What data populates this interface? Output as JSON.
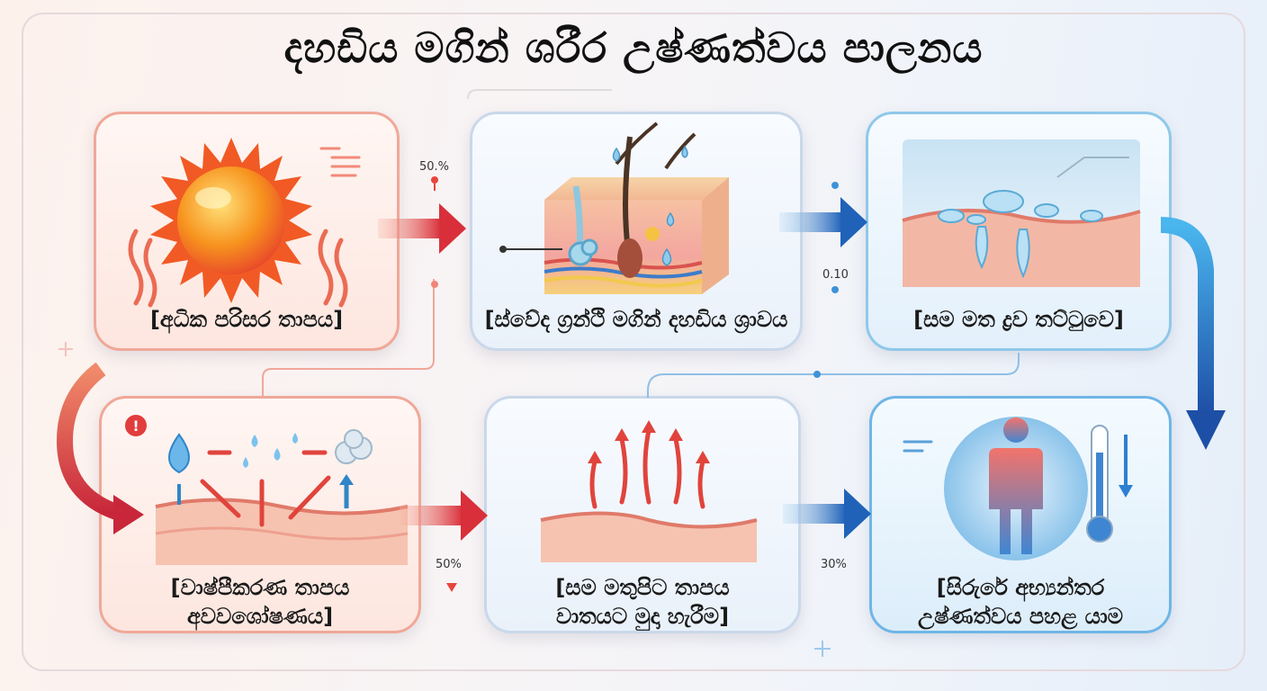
{
  "title": "දහඩිය මගින් ශරීර උෂ්ණත්වය පාලනය",
  "steps": [
    {
      "label": "[අධික පරිසර තාපය]"
    },
    {
      "label": "[ස්වේද ග්‍රන්ථි මගින් දහඩිය ශ්‍රාවය"
    },
    {
      "label": "[සම මත ද්‍රව තට්ටුවෙ]"
    },
    {
      "label_line1": "[වාෂ්පීකරණ තාපය",
      "label_line2": "අවවශෝෂණය]"
    },
    {
      "label_line1": "[සම මතුපිට තාපය",
      "label_line2": "වාතයට මුදා හැරීම]"
    },
    {
      "label_line1": "[සිරුරේ අභ්‍යන්තර",
      "label_line2": "උෂ්ණත්වය පහළ යාම"
    }
  ],
  "annotations": {
    "a1": "50.%",
    "a2": "0.10",
    "a3": "50%",
    "a4": "30%"
  },
  "colors": {
    "warm_accent": "#e8453c",
    "cool_accent": "#2f7fd0",
    "sun": "#f5a21e"
  }
}
